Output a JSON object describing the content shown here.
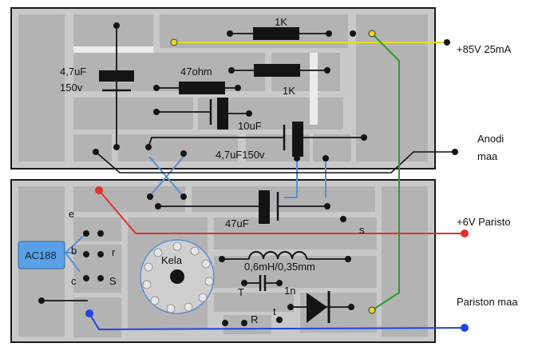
{
  "labels": {
    "r_top": "1K",
    "c_left_val": "4,7uF",
    "c_left_volt": "150v",
    "r_47": "47ohm",
    "r_mid": "1K",
    "c_10": "10uF",
    "c_4150": "4,7uF150v",
    "c_47": "47uF",
    "coil": "0,6mH/0,35mm",
    "cap_1n": "1n",
    "kela": "Kela",
    "transistor": "AC188",
    "pin_e": "e",
    "pin_b": "b",
    "pin_c": "c",
    "pin_r": "r",
    "pin_S": "S",
    "pin_s": "s",
    "pin_T": "T",
    "pin_R": "R",
    "pin_t": "t"
  },
  "connections": {
    "plus85": "+85V 25mA",
    "anodi": "Anodi",
    "maa": "maa",
    "plus6": "+6V Paristo",
    "pariston_maa": "Pariston maa"
  },
  "colors": {
    "board_fill": "#c8c8c8",
    "pad_fill": "#b4b4b4",
    "board_border": "#1a1a1a",
    "yellow_wire": "#e8e21e",
    "green_wire": "#2a9c2a",
    "red_wire": "#e03030",
    "blue_wire": "#2244dd",
    "light_blue_wire": "#5b8fd6",
    "component": "#141414",
    "transistor_box": "#5aa0e6"
  }
}
